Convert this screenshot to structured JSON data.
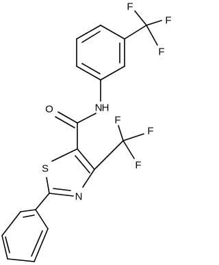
{
  "structure": {
    "atoms": {
      "f_top_1": "F",
      "f_top_2": "F",
      "f_top_3": "F",
      "amide_n": "N",
      "amide_h": "H",
      "carbonyl_o": "O",
      "f_mid_1": "F",
      "f_mid_2": "F",
      "f_mid_3": "F",
      "ring_s": "S",
      "ring_n": "N"
    },
    "colors": {
      "bond": "#000000",
      "label": "#000000",
      "background": "#ffffff"
    }
  }
}
